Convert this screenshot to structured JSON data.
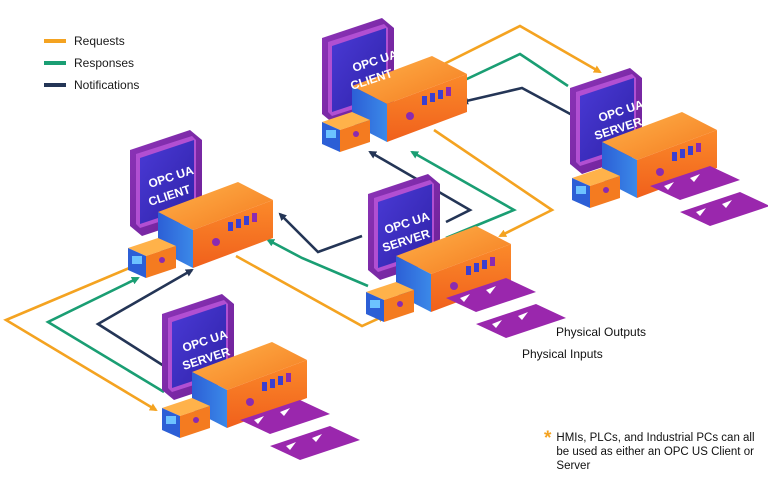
{
  "colors": {
    "requests": "#f4a321",
    "responses": "#1a9e73",
    "notifications": "#243556",
    "monitor_frame": "#7b2aa6",
    "screen": "#3f31c8",
    "io_panel": "#9a27ad"
  },
  "legend": [
    {
      "label": "Requests",
      "color": "#f4a321"
    },
    {
      "label": "Responses",
      "color": "#1a9e73"
    },
    {
      "label": "Notifications",
      "color": "#243556"
    }
  ],
  "nodes": {
    "client_top": {
      "line1": "OPC UA",
      "line2": "CLIENT"
    },
    "server_right": {
      "line1": "OPC UA",
      "line2": "SERVER"
    },
    "client_left": {
      "line1": "OPC UA",
      "line2": "CLIENT"
    },
    "server_middle": {
      "line1": "OPC UA",
      "line2": "SERVER"
    },
    "server_bottom": {
      "line1": "OPC UA",
      "line2": "SERVER"
    }
  },
  "labels": {
    "physical_outputs": "Physical Outputs",
    "physical_inputs": "Physical Inputs"
  },
  "note": {
    "star": "*",
    "text": "HMIs, PLCs, and Industrial PCs can all be used as either an OPC US Client or Server"
  }
}
